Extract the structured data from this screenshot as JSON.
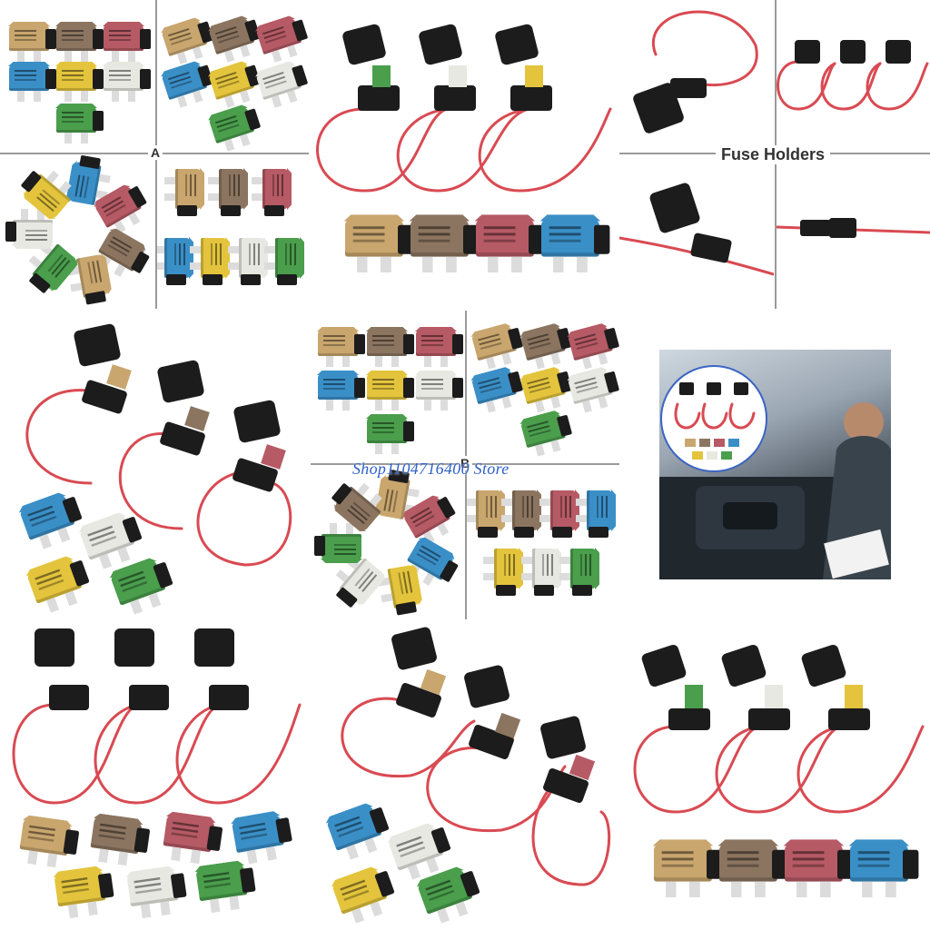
{
  "labels": {
    "section_a": "A",
    "section_b": "B",
    "fuse_holders": "Fuse Holders"
  },
  "watermark": "Shop1104716400 Store",
  "colors": {
    "wire": "#d94a52",
    "holder": "#1c1c1c",
    "fuse_tan": "#c9a66e",
    "fuse_brown": "#8c7560",
    "fuse_red": "#b65a65",
    "fuse_blue": "#3a8fc7",
    "fuse_yellow": "#e3c43c",
    "fuse_white": "#e8e8e2",
    "fuse_green": "#4a9e4c",
    "watermark": "#2f61c8"
  }
}
